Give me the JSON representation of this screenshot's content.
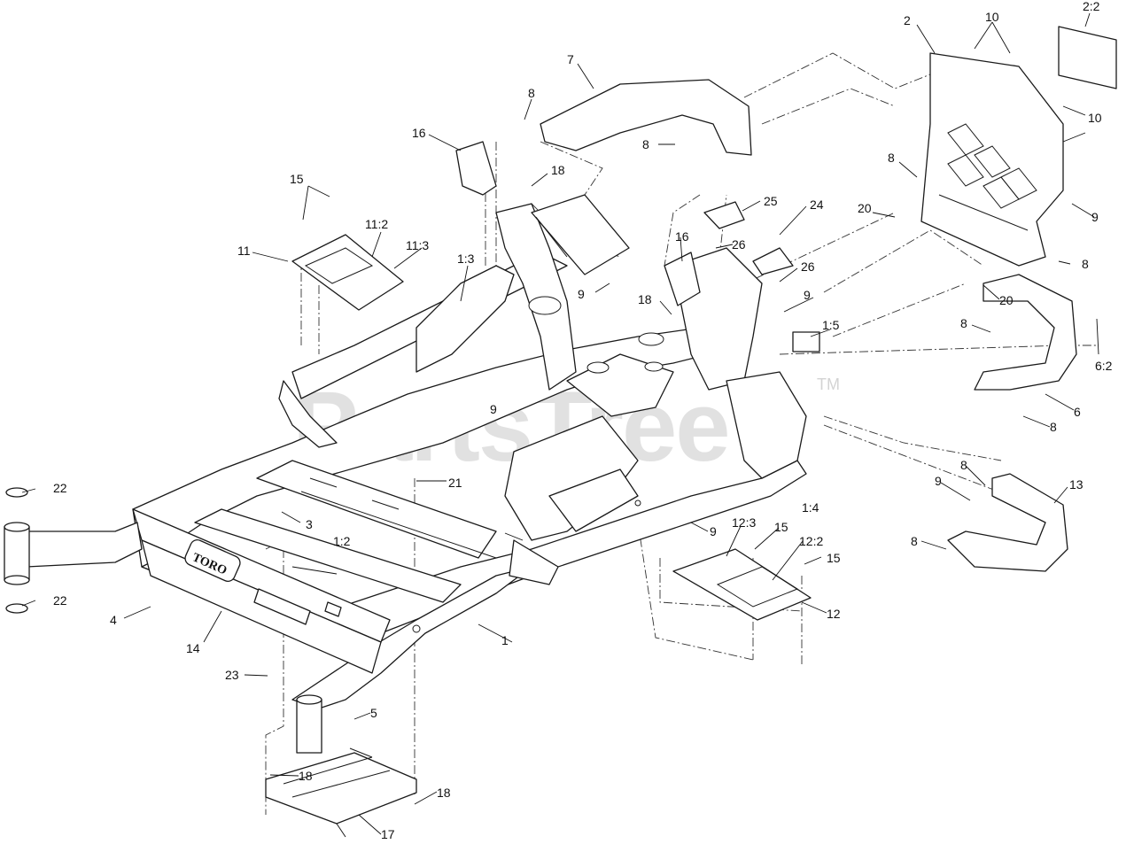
{
  "watermark": {
    "text": "PartsTree",
    "tm": "TM"
  },
  "frame_badge": "TORO",
  "callouts": [
    "2:2",
    "2",
    "10",
    "10",
    "7",
    "8",
    "8",
    "16",
    "15",
    "11:2",
    "11:3",
    "11",
    "18",
    "1:3",
    "9",
    "16",
    "25",
    "26",
    "24",
    "26",
    "9",
    "18",
    "1:5",
    "20",
    "9",
    "8",
    "8",
    "20",
    "8",
    "6:2",
    "6",
    "8",
    "9",
    "1:4",
    "8",
    "9",
    "13",
    "8",
    "22",
    "21",
    "3",
    "1:2",
    "12:3",
    "15",
    "12:2",
    "15",
    "9",
    "22",
    "4",
    "14",
    "1",
    "12",
    "23",
    "5",
    "18",
    "18",
    "17"
  ]
}
